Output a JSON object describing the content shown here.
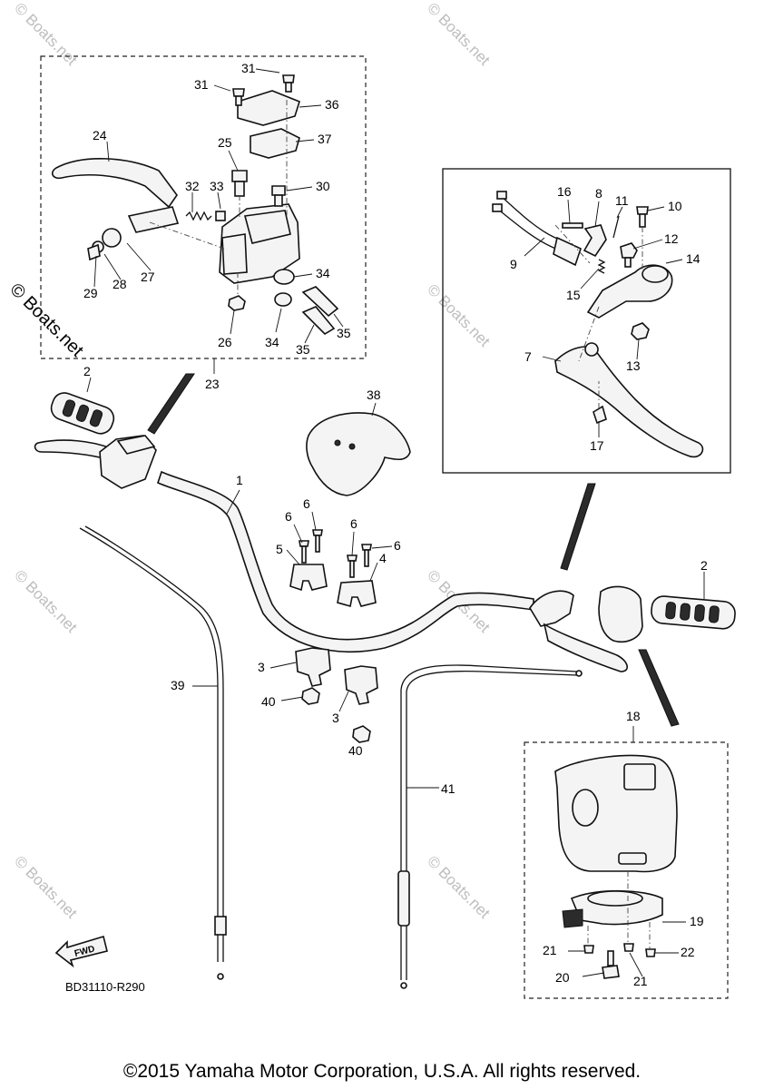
{
  "labels": {
    "l1": "1",
    "l2a": "2",
    "l2b": "2",
    "l3a": "3",
    "l3b": "3",
    "l4": "4",
    "l5": "5",
    "l6a": "6",
    "l6b": "6",
    "l6c": "6",
    "l6d": "6",
    "l7": "7",
    "l8": "8",
    "l9": "9",
    "l10": "10",
    "l11": "11",
    "l12": "12",
    "l13": "13",
    "l14": "14",
    "l15": "15",
    "l16": "16",
    "l17": "17",
    "l18": "18",
    "l19": "19",
    "l20": "20",
    "l21a": "21",
    "l21b": "21",
    "l22": "22",
    "l23": "23",
    "l24": "24",
    "l25": "25",
    "l26": "26",
    "l27": "27",
    "l28": "28",
    "l29": "29",
    "l30": "30",
    "l31a": "31",
    "l31b": "31",
    "l32": "32",
    "l33": "33",
    "l34a": "34",
    "l34b": "34",
    "l35a": "35",
    "l35b": "35",
    "l36": "36",
    "l37": "37",
    "l38": "38",
    "l39": "39",
    "l40a": "40",
    "l40b": "40",
    "l41": "41"
  },
  "fwd_label": "FWD",
  "diagram_code": "BD31110-R290",
  "watermark": "© Boats.net",
  "copyright": "©2015 Yamaha Motor Corporation, U.S.A. All rights reserved.",
  "colors": {
    "ink": "#111111",
    "watermark": "#bdbdbd"
  }
}
